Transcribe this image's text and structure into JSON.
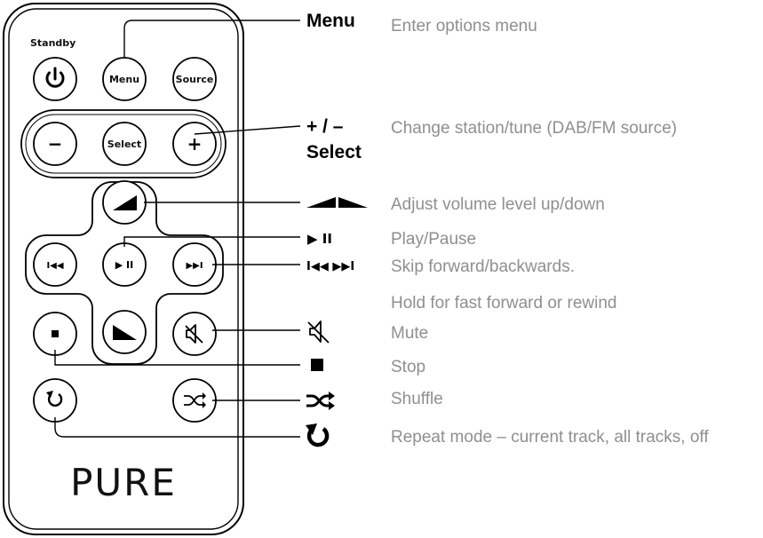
{
  "remote": {
    "brand": "PURE",
    "standby_label": "Standby",
    "buttons": {
      "power": {
        "icon": "power-icon",
        "glyph": "⏻"
      },
      "menu": {
        "label": "Menu"
      },
      "source": {
        "label": "Source"
      },
      "minus": {
        "glyph": "−"
      },
      "select": {
        "label": "Select"
      },
      "plus": {
        "glyph": "+"
      },
      "volume_up": {
        "icon": "volume-up-icon"
      },
      "play_pause": {
        "glyph": "▶ II"
      },
      "previous": {
        "glyph": "I◀◀"
      },
      "next": {
        "glyph": "▶▶I"
      },
      "stop": {
        "icon": "stop-icon"
      },
      "volume_down": {
        "icon": "volume-down-icon"
      },
      "mute": {
        "icon": "mute-icon"
      },
      "repeat": {
        "icon": "repeat-icon"
      },
      "shuffle": {
        "icon": "shuffle-icon"
      }
    }
  },
  "callouts": {
    "menu": {
      "label": "Menu",
      "desc": "Enter options menu"
    },
    "plus_minus": {
      "label": "+ / –",
      "desc": "Change station/tune (DAB/FM source)"
    },
    "select": {
      "label": "Select"
    },
    "volume": {
      "icon": "volume-up-down-icon",
      "desc": "Adjust volume level up/down"
    },
    "play_pause": {
      "glyph": "▶ II",
      "desc": "Play/Pause"
    },
    "skip": {
      "glyph": "I◀◀ ▶▶I",
      "desc": "Skip forward/backwards.",
      "desc2": "Hold for fast forward or rewind"
    },
    "mute": {
      "icon": "mute-icon",
      "desc": "Mute"
    },
    "stop": {
      "icon": "stop-icon",
      "desc": "Stop"
    },
    "shuffle": {
      "icon": "shuffle-icon",
      "desc": "Shuffle"
    },
    "repeat": {
      "icon": "repeat-icon",
      "desc": "Repeat mode – current track, all tracks, off"
    }
  },
  "colors": {
    "outline": "#000000",
    "description_text": "#8f8f8f",
    "background": "#ffffff"
  }
}
